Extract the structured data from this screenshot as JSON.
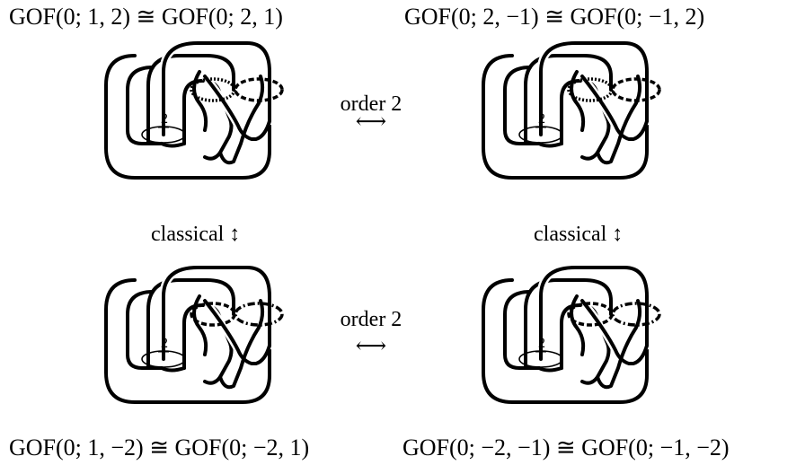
{
  "diagrams": [
    {
      "title": "GOF(0; 1, 2) ≅ GOF(0; 2, 1)",
      "twist": "2",
      "ring_a": "dotted",
      "ring_b": "dashed"
    },
    {
      "title": "GOF(0; 2, −1) ≅ GOF(0; −1, 2)",
      "twist": "2",
      "ring_a": "dotted",
      "ring_b": "dashed"
    },
    {
      "title": "GOF(0; 1, −2) ≅ GOF(0; −2, 1)",
      "twist": "2",
      "ring_a": "dashed",
      "ring_b": "dashdot"
    },
    {
      "title": "GOF(0; −2, −1) ≅ GOF(0; −1, −2)",
      "twist": "2",
      "ring_a": "dashed",
      "ring_b": "dashdot"
    }
  ],
  "relations": {
    "top": {
      "label": "order 2",
      "arrow": "⟷"
    },
    "bottom": {
      "label": "order 2",
      "arrow": "⟷"
    },
    "left": {
      "label": "classical",
      "arrow": "↕"
    },
    "right": {
      "label": "classical",
      "arrow": "↕"
    }
  }
}
